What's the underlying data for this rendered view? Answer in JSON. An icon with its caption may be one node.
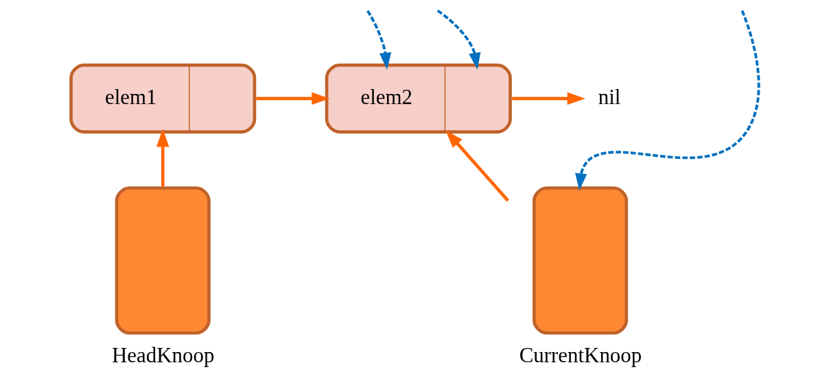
{
  "diagram": {
    "nodes": [
      {
        "text": [
          "elem1"
        ]
      },
      {
        "text": [
          "elem2"
        ]
      },
      {
        "text": [
          "nil"
        ]
      },
      {
        "text": [],
        "shape": "box",
        "beside": [
          "HeadKnoop"
        ]
      },
      {
        "text": [],
        "shape": "box",
        "beside": [
          "CurrentKnoop"
        ]
      }
    ],
    "edges": [
      {
        "from": 0,
        "to": 1,
        "arrow": "to"
      },
      {
        "from": 1,
        "to": 2,
        "arrow": "to"
      },
      {
        "from": 3,
        "to": 0,
        "arrow": "to"
      },
      {
        "from": 4,
        "to": 1,
        "arrow": "to"
      },
      {
        "from": null,
        "to": 4,
        "arrow": "to",
        "style": "dashed",
        "color": "#0070c0"
      },
      {
        "from": null,
        "to": 1,
        "arrow": "to",
        "style": "dashed",
        "color": "#0070c0"
      },
      {
        "from": null,
        "to": 1,
        "arrow": "to",
        "style": "dashed",
        "color": "#0070c0"
      }
    ]
  }
}
